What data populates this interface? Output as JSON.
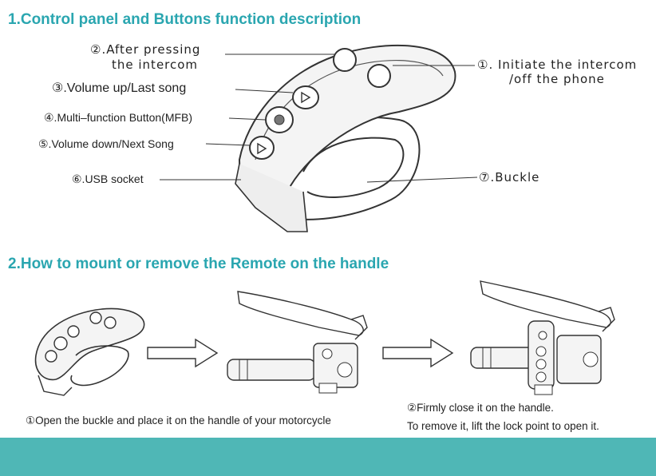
{
  "section1": {
    "title": "1.Control panel and Buttons function description",
    "labels": {
      "after_pressing_1": "②.After pressing",
      "after_pressing_2": "the intercom",
      "volume_up": "③.Volume up/Last song",
      "mfb": "④.Multi–function Button(MFB)",
      "volume_down": "⑤.Volume down/Next Song",
      "usb": "⑥.USB socket",
      "initiate_1": "①. Initiate the intercom",
      "initiate_2": "/off the phone",
      "buckle": "⑦.Buckle"
    }
  },
  "section2": {
    "title": "2.How to mount or remove the Remote on the handle",
    "step1": "①Open the buckle and place it on the handle of your motorcycle",
    "step2_line1": "②Firmly close it on the handle.",
    "step2_line2": "To remove it, lift the lock point to open it."
  },
  "colors": {
    "accent": "#2aa6b0",
    "footer": "#4fb7b6"
  }
}
